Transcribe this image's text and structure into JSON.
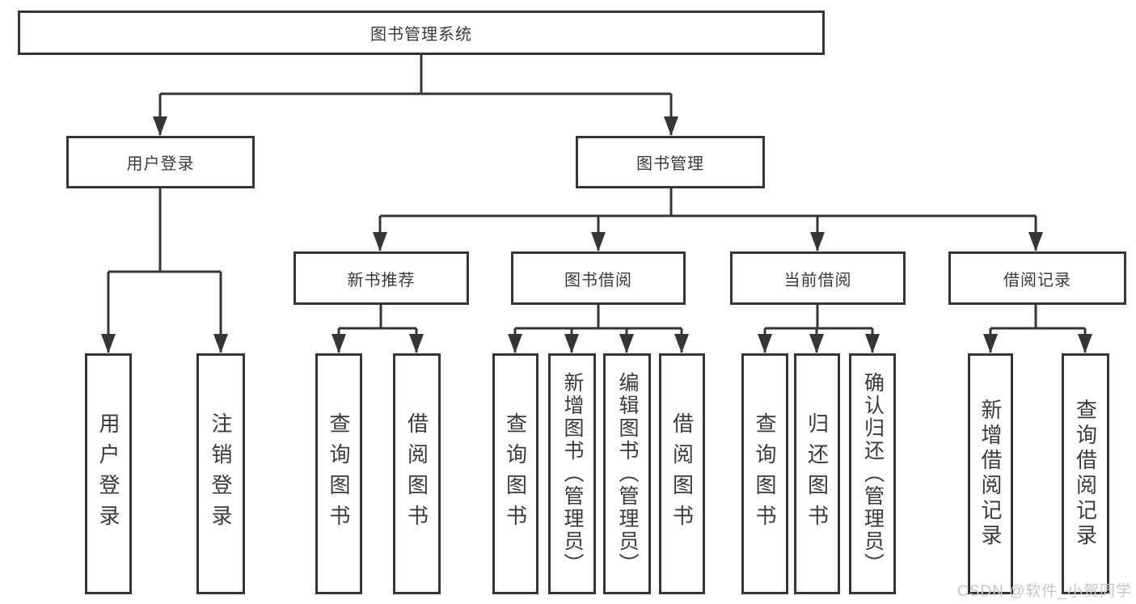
{
  "tree": {
    "label": "图书管理系统",
    "children": [
      {
        "label": "用户登录",
        "children": [
          {
            "label": "用户登录"
          },
          {
            "label": "注销登录"
          }
        ]
      },
      {
        "label": "图书管理",
        "children": [
          {
            "label": "新书推荐",
            "children": [
              {
                "label": "查询图书"
              },
              {
                "label": "借阅图书"
              }
            ]
          },
          {
            "label": "图书借阅",
            "children": [
              {
                "label": "查询图书"
              },
              {
                "label": "新增图书（管理员）"
              },
              {
                "label": "编辑图书（管理员）"
              },
              {
                "label": "借阅图书"
              }
            ]
          },
          {
            "label": "当前借阅",
            "children": [
              {
                "label": "查询图书"
              },
              {
                "label": "归还图书"
              },
              {
                "label": "确认归还（管理员）"
              }
            ]
          },
          {
            "label": "借阅记录",
            "children": [
              {
                "label": "新增借阅记录"
              },
              {
                "label": "查询借阅记录"
              }
            ]
          }
        ]
      }
    ]
  },
  "watermark": {
    "text": "CSDN @软件_小贺同学"
  },
  "colors": {
    "line": "#353535",
    "text": "#3a3a3a",
    "bg": "#ffffff",
    "watermark": "#c7c7c7"
  }
}
